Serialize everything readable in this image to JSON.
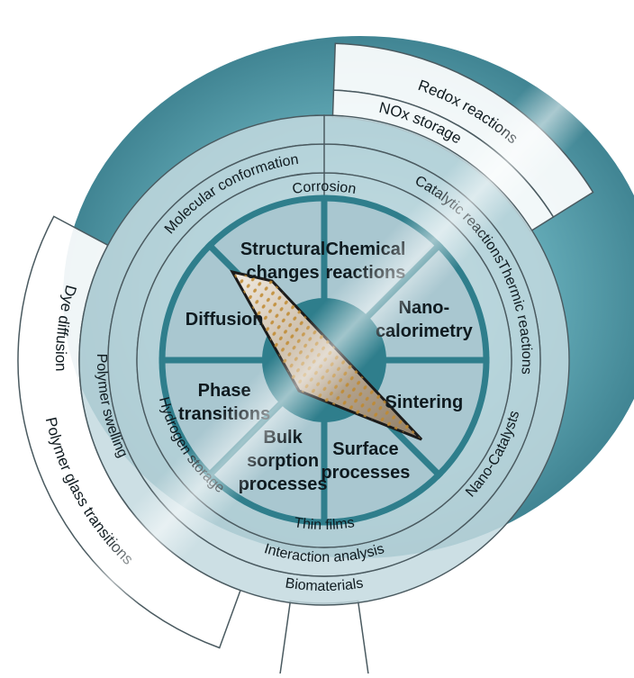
{
  "core_segments": [
    {
      "id": "structural-changes",
      "lines": [
        "Structural",
        "changes"
      ]
    },
    {
      "id": "chemical-reactions",
      "lines": [
        "Chemical",
        "reactions"
      ]
    },
    {
      "id": "nano-calorimetry",
      "lines": [
        "Nano-",
        "calorimetry"
      ]
    },
    {
      "id": "sintering",
      "lines": [
        "Sintering"
      ]
    },
    {
      "id": "surface-processes",
      "lines": [
        "Surface",
        "processes"
      ]
    },
    {
      "id": "bulk-sorption-processes",
      "lines": [
        "Bulk",
        "sorption",
        "processes"
      ]
    },
    {
      "id": "phase-transitions",
      "lines": [
        "Phase",
        "transitions"
      ]
    },
    {
      "id": "diffusion",
      "lines": [
        "Diffusion"
      ]
    }
  ],
  "ring_labels": {
    "corrosion": "Corrosion",
    "molecular_conformation": "Molecular conformation",
    "catalytic_reactions": "Catalytic reactions",
    "thermic_reactions": "Thermic reactions",
    "nano_catalysts": "Nano-Catalysts",
    "hydrogen_storage": "Hydrogen storage",
    "polymer_swelling": "Polymer swelling",
    "thin_films": "Thin films"
  },
  "outer_labels": {
    "redox_reactions": "Redox reactions",
    "nox_storage": "NOx storage",
    "dye_diffusion": "Dye diffusion",
    "polymer_glass_transitions": "Polymer glass transitions",
    "interaction_analysis": "Interaction analysis",
    "biomaterials": "Biomaterials"
  },
  "colors": {
    "segment_fill": "#a9c7d0",
    "segment_stroke": "#2f7e8c",
    "ring_fill": "#c3d9df",
    "teal_bg": "#2f8798",
    "outline": "#4a5a60"
  }
}
